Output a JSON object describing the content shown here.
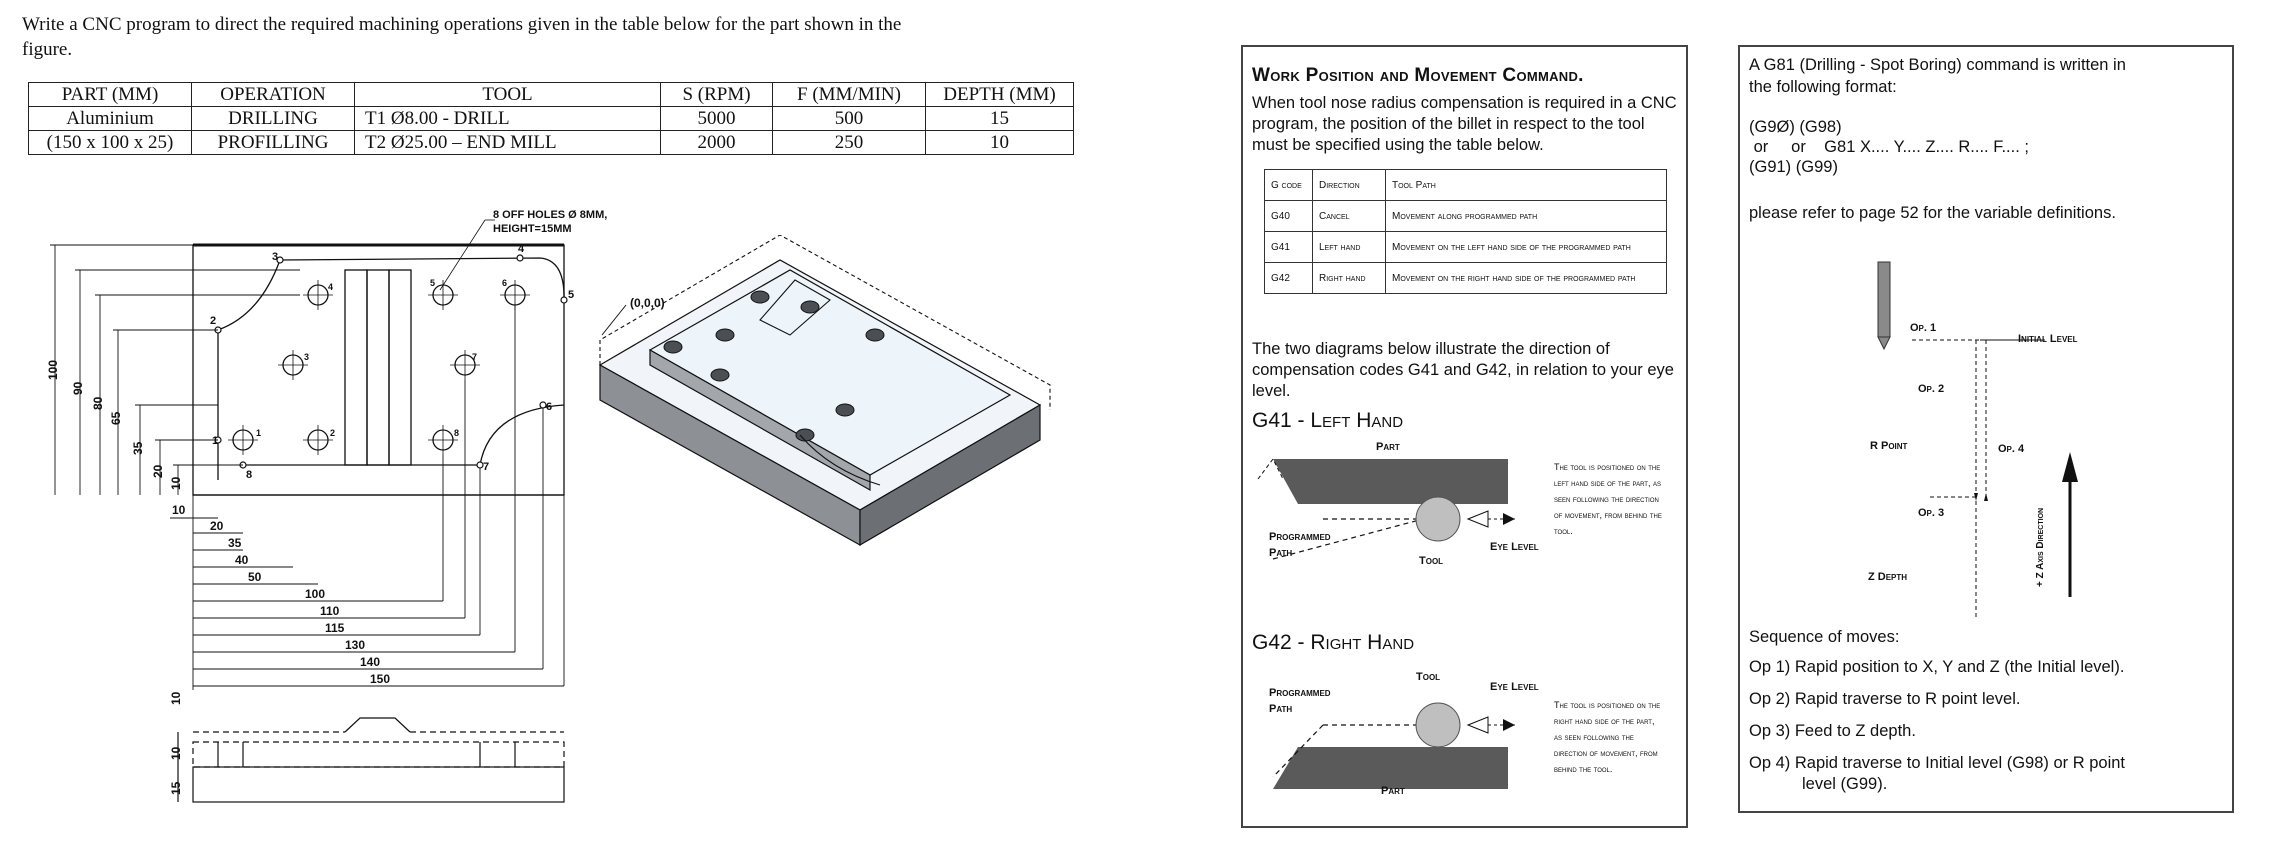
{
  "question": {
    "line1": "Write a CNC program to direct the required machining operations given in the table below for the part shown in the",
    "line2": "figure."
  },
  "table": {
    "headers": [
      "PART (MM)",
      "OPERATION",
      "TOOL",
      "S (RPM)",
      "F (MM/MIN)",
      "DEPTH (MM)"
    ],
    "row1": [
      "Aluminium",
      "DRILLING",
      "T1 Ø8.00 - DRILL",
      "5000",
      "500",
      "15"
    ],
    "row2": [
      "(150 x 100 x 25)",
      "PROFILLING",
      "T2 Ø25.00 – END MILL",
      "2000",
      "250",
      "10"
    ]
  },
  "drawing": {
    "note_line1": "8 OFF HOLES Ø 8MM,",
    "note_line2": "HEIGHT=15MM",
    "origin": "(0,0,0)",
    "v_dims": [
      "100",
      "90",
      "80",
      "65",
      "35",
      "20",
      "10"
    ],
    "h_dims": [
      "10",
      "20",
      "35",
      "40",
      "50",
      "100",
      "110",
      "115",
      "130",
      "140",
      "150"
    ],
    "side_dims": [
      "10",
      "10",
      "15"
    ],
    "points": [
      "1",
      "2",
      "3",
      "4",
      "5",
      "6",
      "7",
      "8"
    ],
    "holes": [
      "1",
      "2",
      "3",
      "4",
      "5",
      "6",
      "7",
      "8"
    ]
  },
  "middle_panel": {
    "title": "Work Position and Movement Command.",
    "intro": "When tool nose radius compensation is required in a CNC program, the position of the billet in respect to the tool must be specified using the table below.",
    "table_headers": [
      "G code",
      "Direction",
      "Tool Path"
    ],
    "table_rows": [
      [
        "G40",
        "Cancel",
        "Movement along programmed path"
      ],
      [
        "G41",
        "Left hand",
        "Movement on the left hand side of the programmed path"
      ],
      [
        "G42",
        "Right hand",
        "Movement on the right hand side of the programmed path"
      ]
    ],
    "diagram_intro": "The two diagrams below illustrate the direction of compensation codes G41 and G42, in relation to your eye level.",
    "g41_title": "G41 - Left Hand",
    "g41_part": "Part",
    "g41_programmed": "Programmed",
    "g41_path": "Path",
    "g41_tool": "Tool",
    "g41_eye": "Eye Level",
    "g41_desc": [
      "The tool is positioned on the",
      "left hand side of the part, as",
      "seen following the direction",
      "of movement, from behind the",
      "tool."
    ],
    "g42_title": "G42 - Right Hand",
    "g42_tool": "Tool",
    "g42_eye": "Eye Level",
    "g42_programmed": "Programmed",
    "g42_path": "Path",
    "g42_part": "Part",
    "g42_desc": [
      "The tool is positioned on the",
      "right hand side of the part,",
      "as seen following the",
      "direction of movement, from",
      "behind the tool."
    ]
  },
  "right_panel": {
    "intro_line1": "A G81 (Drilling - Spot Boring) command is written in",
    "intro_line2": "the following format:",
    "fmt_line1": "(G9Ø) (G98)",
    "fmt_line2": " or     or    G81 X.... Y.... Z.... R.... F.... ;",
    "fmt_line3": "(G91) (G99)",
    "refer": "please refer to page 52 for the variable definitions.",
    "op1": "Op. 1",
    "initial_level": "Initial Level",
    "op2": "Op. 2",
    "r_point": "R Point",
    "op4": "Op. 4",
    "op3": "Op. 3",
    "z_depth": "Z Depth",
    "z_axis": "+ Z Axis Direction",
    "seq_title": "Sequence of moves:",
    "seq1": "Op 1) Rapid position to X, Y and Z (the Initial level).",
    "seq2": "Op 2) Rapid traverse to R point level.",
    "seq3": "Op 3) Feed to Z depth.",
    "seq4a": "Op 4) Rapid traverse to Initial level (G98) or R point",
    "seq4b": "level (G99)."
  }
}
